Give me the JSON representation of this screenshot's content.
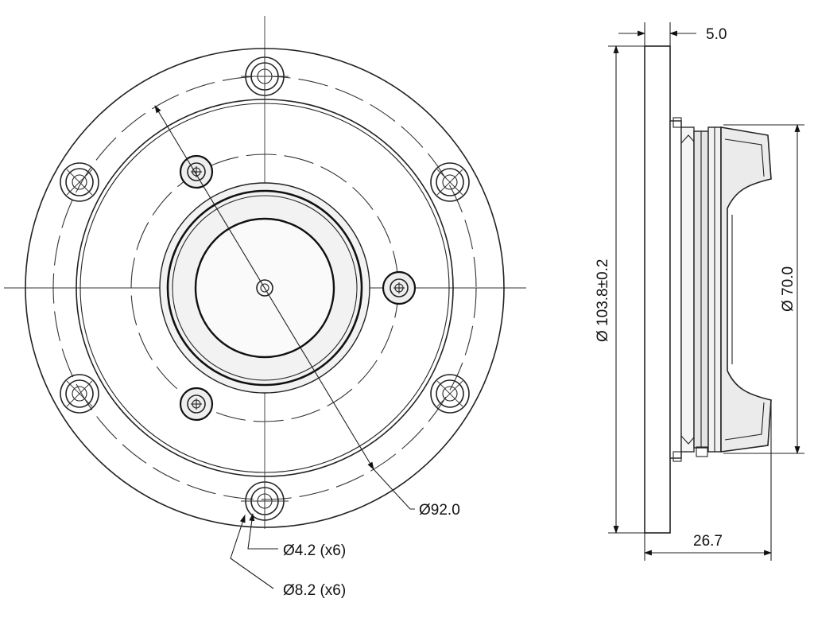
{
  "dimensions": {
    "flange_thickness": "5.0",
    "overall_diameter": "Ø 103.8±0.2",
    "body_diameter": "Ø 70.0",
    "depth": "26.7",
    "bolt_circle": "Ø92.0",
    "hole_small": "Ø4.2 (x6)",
    "hole_large": "Ø8.2 (x6)"
  },
  "colors": {
    "line": "#222222",
    "fill_light": "#f2f2f2",
    "fill_mid": "#e4e4e4",
    "background": "#ffffff"
  }
}
